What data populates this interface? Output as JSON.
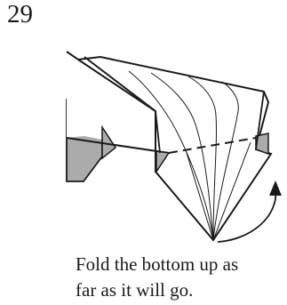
{
  "step": {
    "number": "29"
  },
  "caption": {
    "lines": [
      "Fold the bottom up as",
      "far as it will go."
    ]
  },
  "colors": {
    "stroke": "#1a1a1a",
    "shade": "#ababab",
    "paper": "#ffffff"
  },
  "icons": {
    "fold_arrow": "curved-arrow-up-right"
  }
}
